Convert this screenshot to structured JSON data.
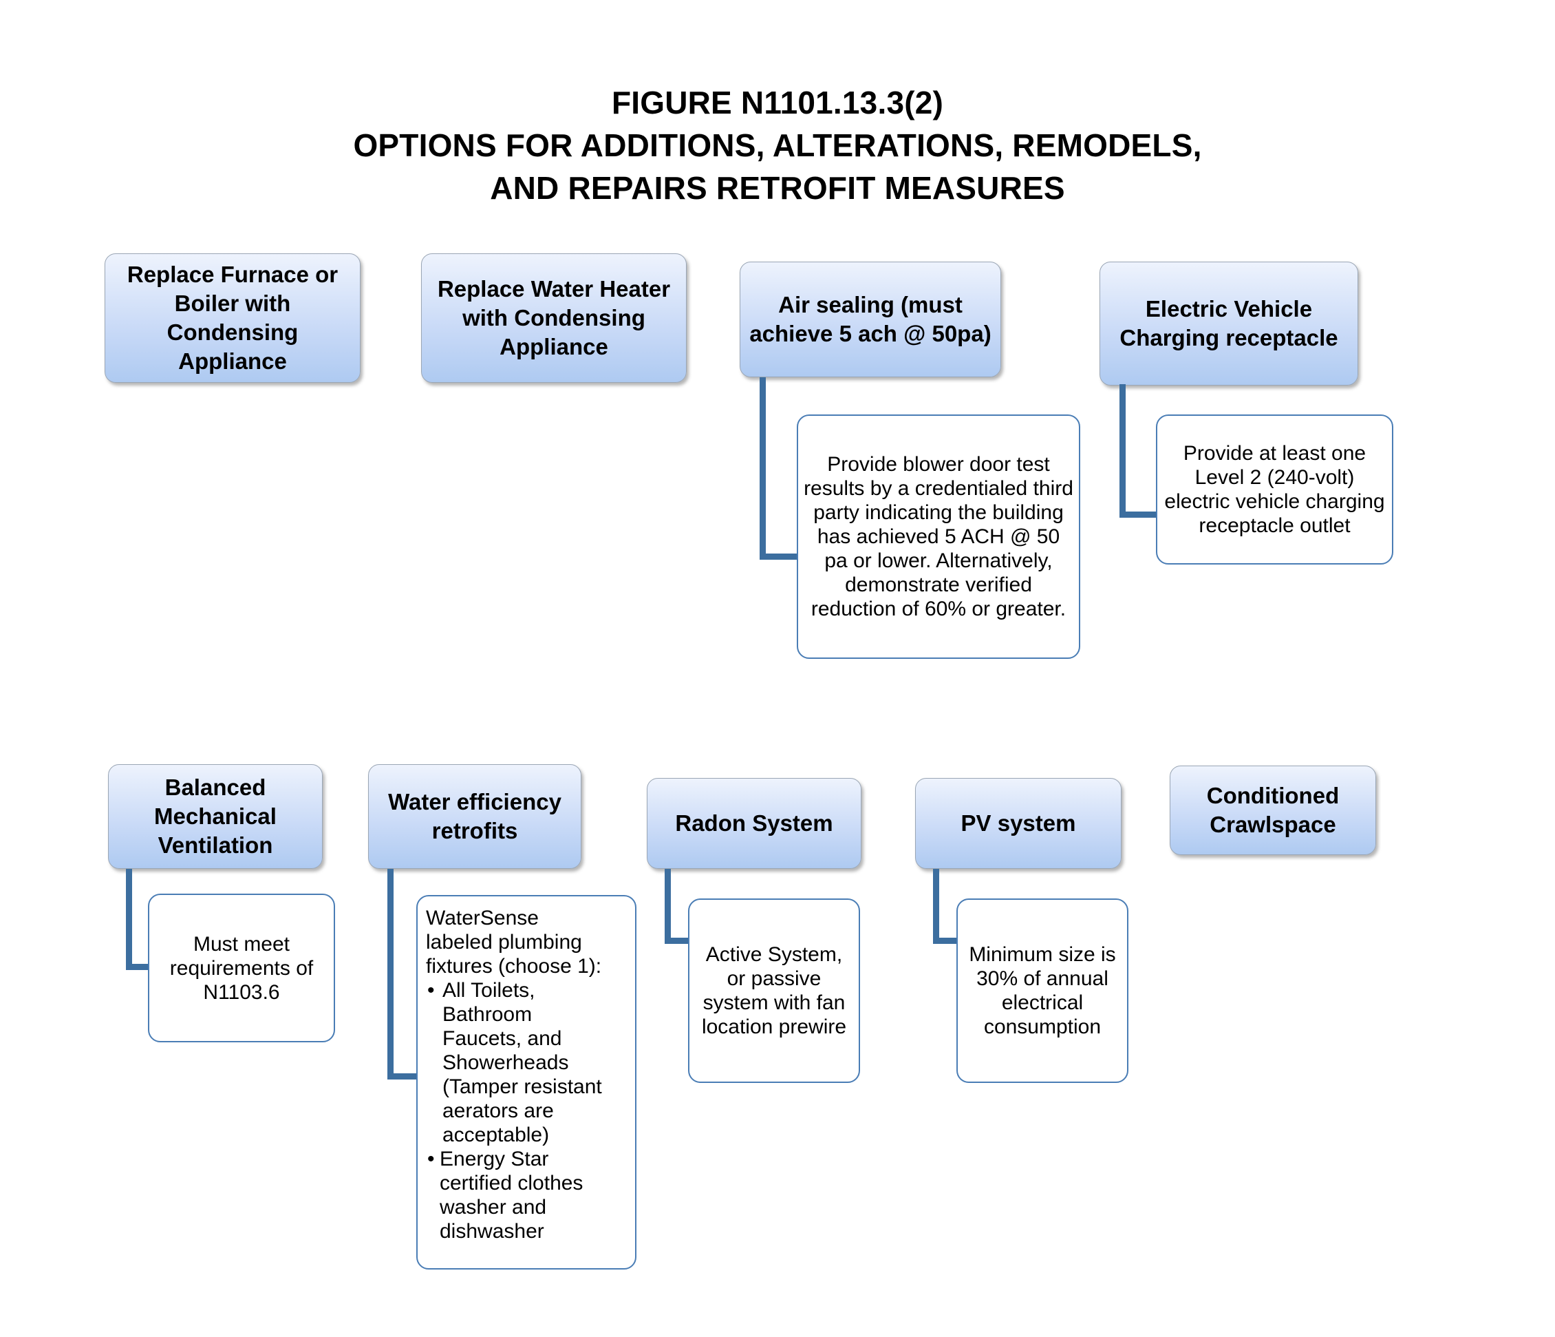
{
  "figure": {
    "title_lines": [
      "FIGURE N1101.13.3(2)",
      "OPTIONS FOR ADDITIONS, ALTERATIONS, REMODELS,",
      "AND REPAIRS RETROFIT MEASURES"
    ],
    "accent_color": "#3c6e9f",
    "node_fill_top": "#eef3fd",
    "node_fill_bottom": "#aecaf1",
    "detail_border_color": "#4a7db5"
  },
  "nodes": {
    "furnace": "Replace Furnace or Boiler with Condensing Appliance",
    "water_heater": "Replace Water Heater with Condensing Appliance",
    "air_sealing": "Air sealing (must achieve 5 ach @ 50pa)",
    "ev_charging": "Electric Vehicle Charging receptacle",
    "balanced_ventilation": "Balanced Mechanical Ventilation",
    "water_efficiency": "Water efficiency retrofits",
    "radon": "Radon System",
    "pv": "PV system",
    "crawlspace": "Conditioned Crawlspace"
  },
  "details": {
    "air_sealing": "Provide blower door test results by a credentialed third party indicating the building has achieved 5 ACH @ 50 pa or lower. Alternatively, demonstrate verified reduction of 60% or greater.",
    "ev_charging": "Provide at least one Level 2 (240-volt) electric vehicle charging receptacle outlet",
    "balanced_ventilation": "Must meet requirements of N1103.6",
    "water_efficiency": {
      "lead": "WaterSense labeled plumbing fixtures (choose 1):",
      "bullets": [
        " All Toilets, Bathroom Faucets, and Showerheads (Tamper resistant aerators are acceptable)",
        "Energy Star certified clothes washer and dishwasher"
      ],
      "bullet_1_lines": [
        " All Toilets,",
        "Bathroom",
        "Faucets, and",
        "Showerheads",
        "(Tamper resistant",
        "aerators are",
        "acceptable)"
      ],
      "bullet_2_lines": [
        "Energy Star",
        "certified clothes",
        "washer and",
        "dishwasher"
      ],
      "lead_lines": [
        "WaterSense",
        "labeled plumbing",
        "fixtures (choose 1):"
      ]
    },
    "radon": "Active System, or passive system with fan location prewire",
    "pv": "Minimum size is 30% of annual electrical consumption"
  }
}
